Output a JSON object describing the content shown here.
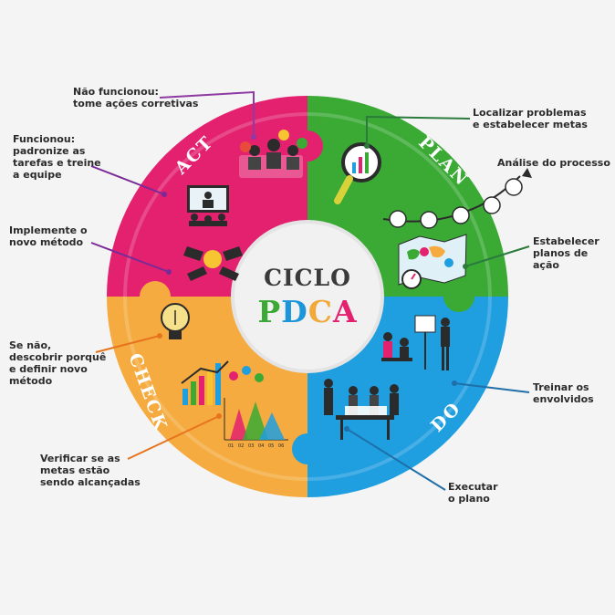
{
  "center": {
    "line1": "CICLO",
    "letters": [
      {
        "char": "P",
        "color": "#3aa935"
      },
      {
        "char": "D",
        "color": "#1d95d9"
      },
      {
        "char": "C",
        "color": "#f2a93b"
      },
      {
        "char": "A",
        "color": "#e3216f"
      }
    ]
  },
  "quadrants": {
    "act": {
      "label": "ACT",
      "color": "#e3216f"
    },
    "plan": {
      "label": "PLAN",
      "color": "#3aaa35"
    },
    "do": {
      "label": "DO",
      "color": "#1f9ee0"
    },
    "check": {
      "label": "CHECK",
      "color": "#f5ab3f"
    }
  },
  "notes": {
    "nao_funcionou": "Não funcionou:\ntome ações corretivas",
    "funcionou": "Funcionou:\npadronize as\ntarefas e treine\na equipe",
    "implemente": "Implemente o\nnovo método",
    "se_nao": "Se não,\ndescobrir porquê\ne definir novo\nmétodo",
    "verificar": "Verificar se as\nmetas estão\nsendo alcançadas",
    "localizar": "Localizar problemas\ne estabelecer metas",
    "analise": "Análise do processo",
    "estabelecer": "Estabelecer\nplanos de ação",
    "treinar": "Treinar os\nenvolvidos",
    "executar": "Executar\no plano"
  },
  "chart_axis_labels": [
    "01",
    "02",
    "03",
    "04",
    "05",
    "06"
  ]
}
